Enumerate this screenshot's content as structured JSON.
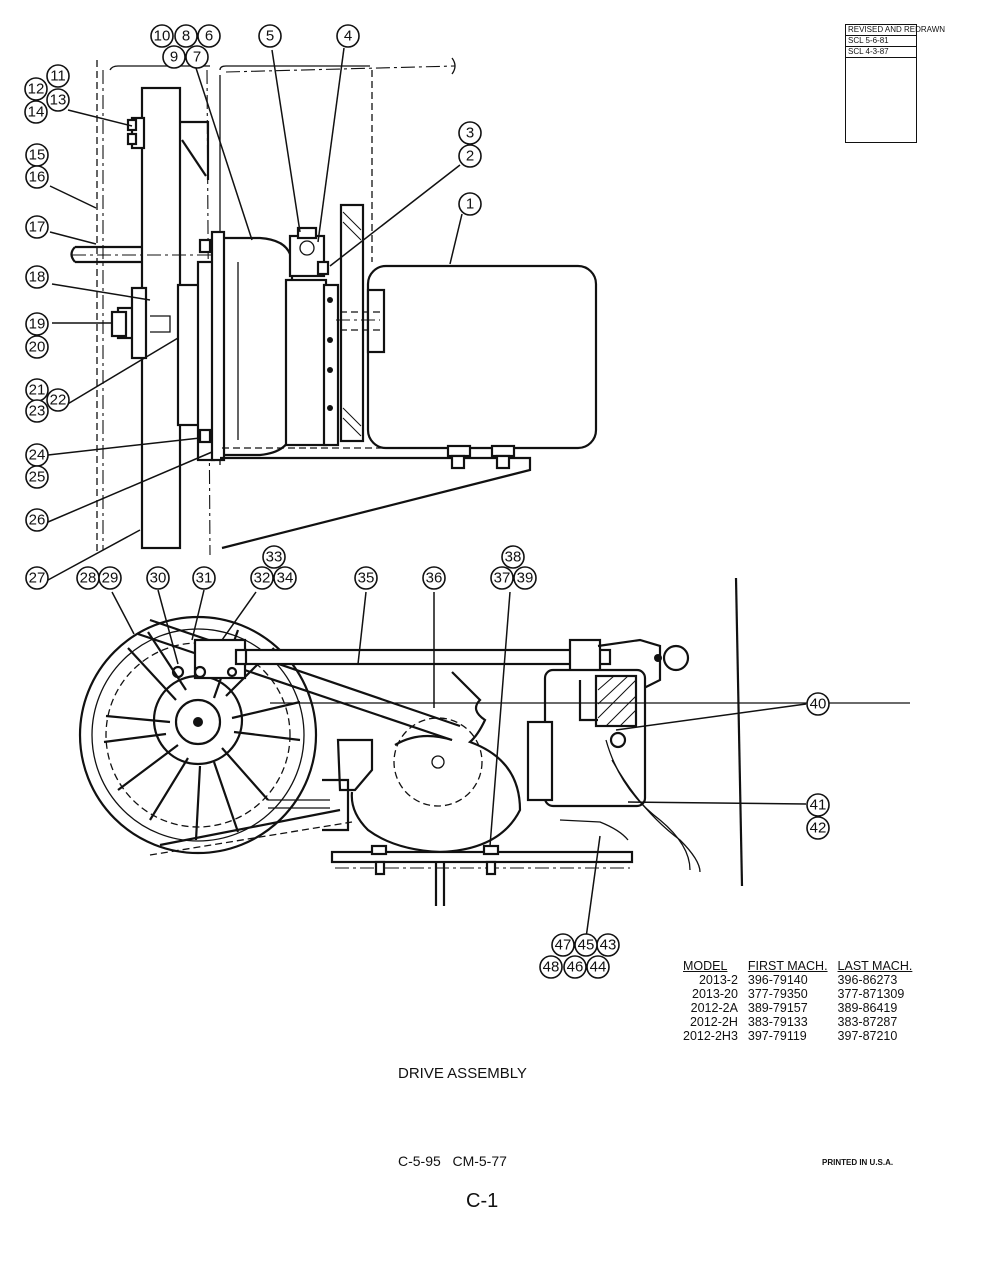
{
  "revision_box": {
    "title": "REVISED AND REDRAWN",
    "entries": [
      "SCL 5-6-81",
      "SCL 4-3-87"
    ]
  },
  "callouts": [
    "1",
    "2",
    "3",
    "4",
    "5",
    "6",
    "7",
    "8",
    "9",
    "10",
    "11",
    "12",
    "13",
    "14",
    "15",
    "16",
    "17",
    "18",
    "19",
    "20",
    "21",
    "22",
    "23",
    "24",
    "25",
    "26",
    "27",
    "28",
    "29",
    "30",
    "31",
    "32",
    "33",
    "34",
    "35",
    "36",
    "37",
    "38",
    "39",
    "40",
    "41",
    "42",
    "43",
    "44",
    "45",
    "46",
    "47",
    "48"
  ],
  "model_table": {
    "headers": [
      "MODEL",
      "FIRST MACH.",
      "LAST MACH."
    ],
    "rows": [
      [
        "2013-2",
        "396-79140",
        "396-86273"
      ],
      [
        "2013-20",
        "377-79350",
        "377-871309"
      ],
      [
        "2012-2A",
        "389-79157",
        "389-86419"
      ],
      [
        "2012-2H",
        "383-79133",
        "383-87287"
      ],
      [
        "2012-2H3",
        "397-79119",
        "397-87210"
      ]
    ]
  },
  "title": "DRIVE ASSEMBLY",
  "footer": {
    "doc_codes": "C-5-95   CM-5-77",
    "printed": "PRINTED IN U.S.A.",
    "page": "C-1"
  }
}
